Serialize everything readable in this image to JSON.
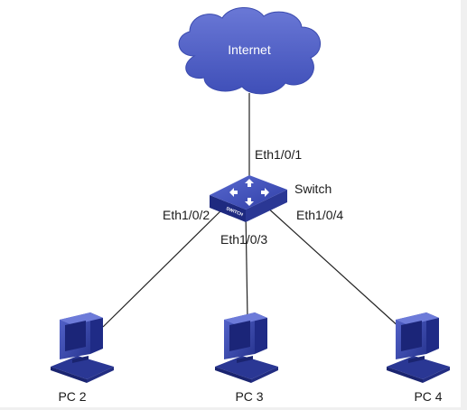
{
  "diagram": {
    "internet": {
      "label": "Internet"
    },
    "switch": {
      "label": "Switch",
      "face_text": "SWITCH"
    },
    "ports": {
      "p1": "Eth1/0/1",
      "p2": "Eth1/0/2",
      "p3": "Eth1/0/3",
      "p4": "Eth1/0/4"
    },
    "pcs": {
      "pc2": "PC 2",
      "pc3": "PC 3",
      "pc4": "PC 4"
    },
    "colors": {
      "cloud": "#4f5fc4",
      "device": "#3a4ab8",
      "device_dark": "#1e2a80",
      "line": "#222222",
      "background": "#ffffff"
    },
    "icons": {
      "internet": "cloud-icon",
      "switch": "switch-icon",
      "pc": "computer-icon"
    }
  }
}
